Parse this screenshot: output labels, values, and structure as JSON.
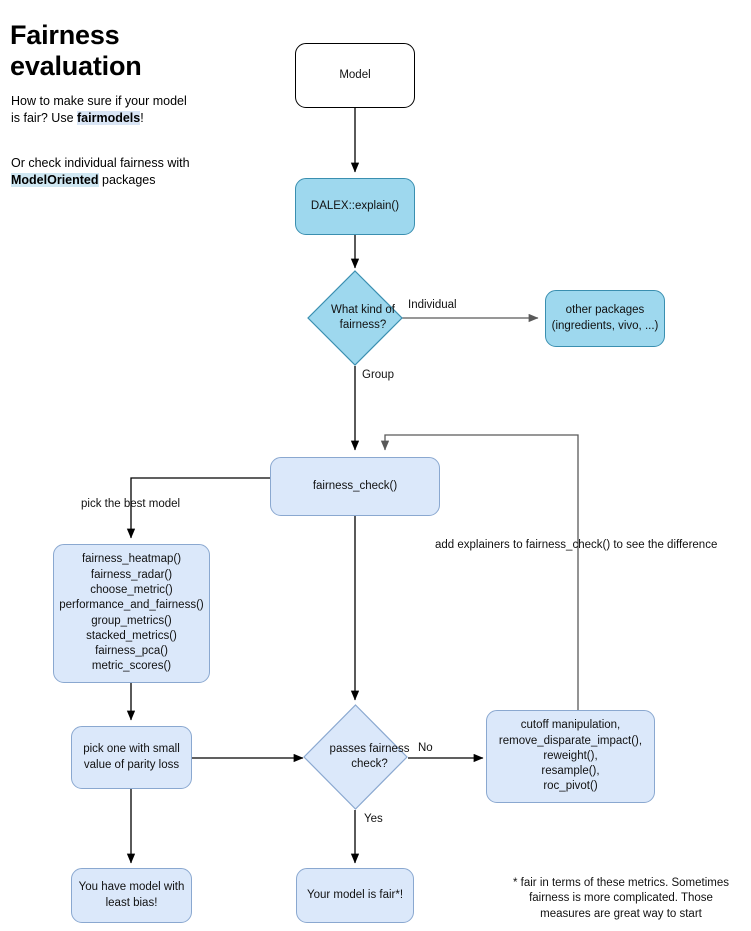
{
  "title": "Fairness evaluation",
  "intro": {
    "p1_before": "How to make sure if your model is fair? Use ",
    "p1_highlight": "fairmodels",
    "p1_after": "!",
    "p2_before": "Or check individual fairness with ",
    "p2_highlight": "ModelOriented",
    "p2_after": " packages"
  },
  "nodes": {
    "model": "Model",
    "dalex": "DALEX::explain()",
    "kind_of_fairness": "What kind of fairness?",
    "other_packages": "other packages\n(ingredients, vivo, ...)",
    "other_packages_l1": "other packages",
    "other_packages_l2": "(ingredients, vivo, ...)",
    "fairness_check": "fairness_check()",
    "functions_list": [
      "fairness_heatmap()",
      "fairness_radar()",
      "choose_metric()",
      "performance_and_fairness()",
      "group_metrics()",
      "stacked_metrics()",
      "fairness_pca()",
      "metric_scores()"
    ],
    "pick_one_l1": "pick one with small",
    "pick_one_l2": "value of parity loss",
    "passes_check": "passes fairness check?",
    "mitigation_list": [
      "cutoff manipulation,",
      "remove_disparate_impact(),",
      "reweight(),",
      "resample(),",
      "roc_pivot()"
    ],
    "least_bias_l1": "You have model with",
    "least_bias_l2": "least bias!",
    "model_is_fair": "Your model is fair*!"
  },
  "edge_labels": {
    "individual": "Individual",
    "group": "Group",
    "pick_best_model": "pick the best model",
    "add_explainers": "add explainers to fairness_check() to see the difference",
    "no": "No",
    "yes": "Yes"
  },
  "footnote": {
    "l1": "* fair in terms of these metrics. Sometimes",
    "l2": "fairness is more complicated. Those",
    "l3": "measures are great way to start"
  },
  "colors": {
    "cyan_fill": "#9ed8ee",
    "cyan_stroke": "#3a8fb0",
    "pale_fill": "#dbe8fa",
    "pale_stroke": "#8aa8d0",
    "plain_fill": "#ffffff",
    "plain_stroke": "#000000",
    "arrow": "#000000",
    "arrow_gray": "#595959",
    "highlight_a": "#d9e5f5",
    "highlight_b": "#cfe7f2"
  }
}
